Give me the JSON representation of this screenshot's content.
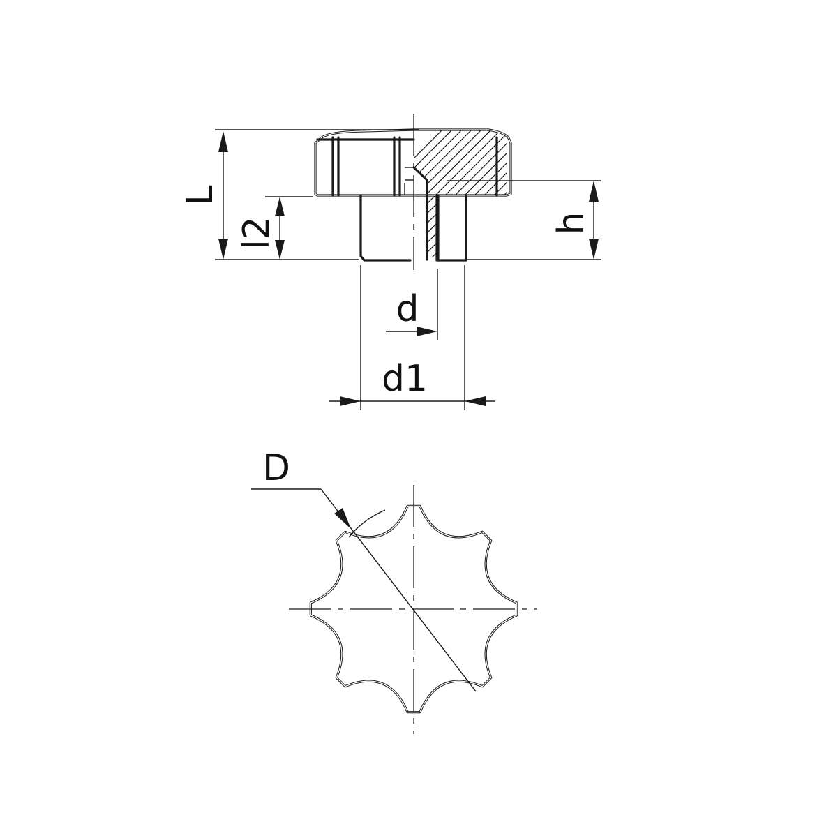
{
  "labels": {
    "L": "L",
    "l2": "l2",
    "h": "h",
    "d": "d",
    "d1": "d1",
    "D": "D"
  },
  "colors": {
    "line": "#1a1a1a",
    "background": "#ffffff"
  }
}
